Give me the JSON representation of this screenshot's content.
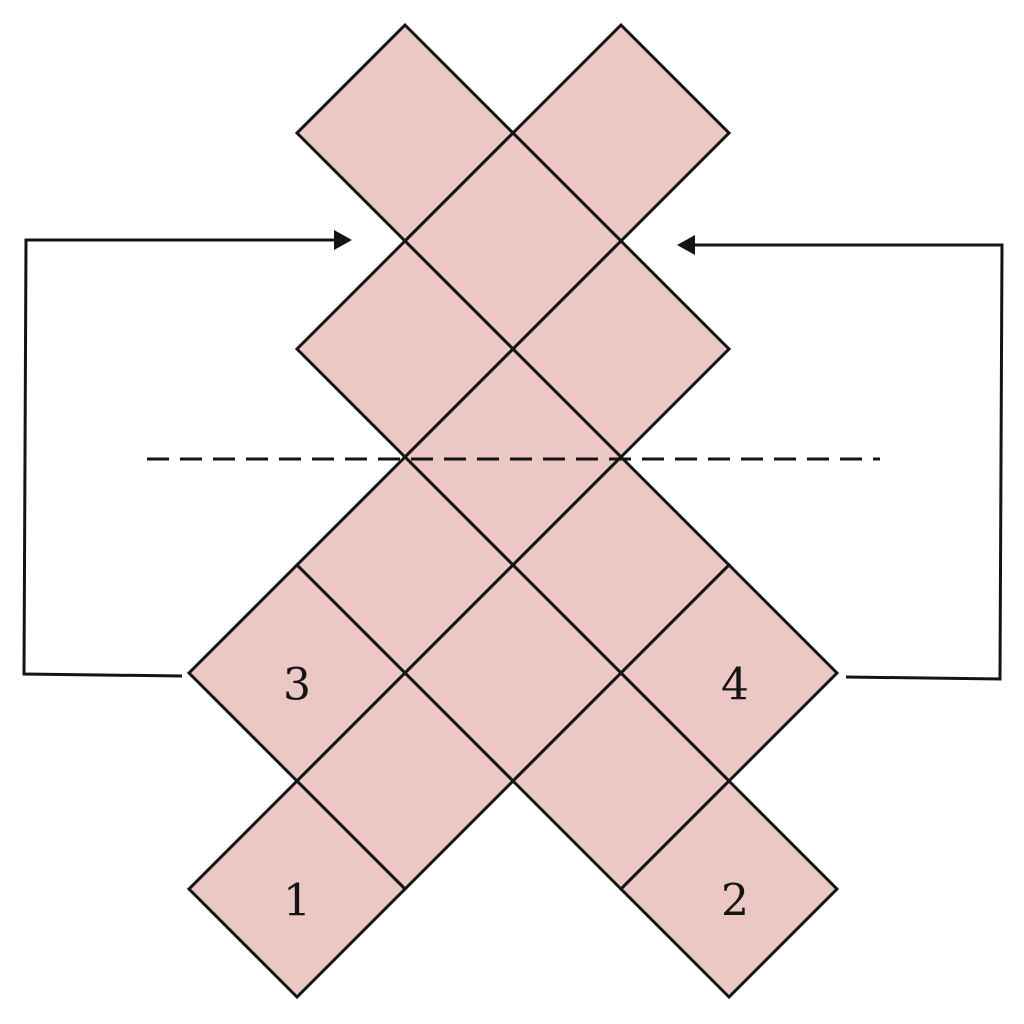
{
  "diagram": {
    "tile_fill": "#ecc8c4",
    "stroke_color": "#141414",
    "tiles": [
      {
        "row": 0,
        "col": -1,
        "label": ""
      },
      {
        "row": 0,
        "col": 1,
        "label": ""
      },
      {
        "row": 1,
        "col": 0,
        "label": ""
      },
      {
        "row": 2,
        "col": -1,
        "label": ""
      },
      {
        "row": 2,
        "col": 1,
        "label": ""
      },
      {
        "row": 3,
        "col": 0,
        "label": ""
      },
      {
        "row": 4,
        "col": -1,
        "label": ""
      },
      {
        "row": 4,
        "col": 1,
        "label": ""
      },
      {
        "row": 5,
        "col": -2,
        "label": "3"
      },
      {
        "row": 5,
        "col": 0,
        "label": ""
      },
      {
        "row": 5,
        "col": 2,
        "label": "4"
      },
      {
        "row": 6,
        "col": -1,
        "label": ""
      },
      {
        "row": 6,
        "col": 1,
        "label": ""
      },
      {
        "row": 7,
        "col": -2,
        "label": "1"
      },
      {
        "row": 7,
        "col": 2,
        "label": "2"
      }
    ],
    "fold_line": {
      "style": "dashed"
    },
    "arrows": [
      {
        "name": "left-arrow",
        "from_tile": "3"
      },
      {
        "name": "right-arrow",
        "from_tile": "4"
      }
    ]
  }
}
